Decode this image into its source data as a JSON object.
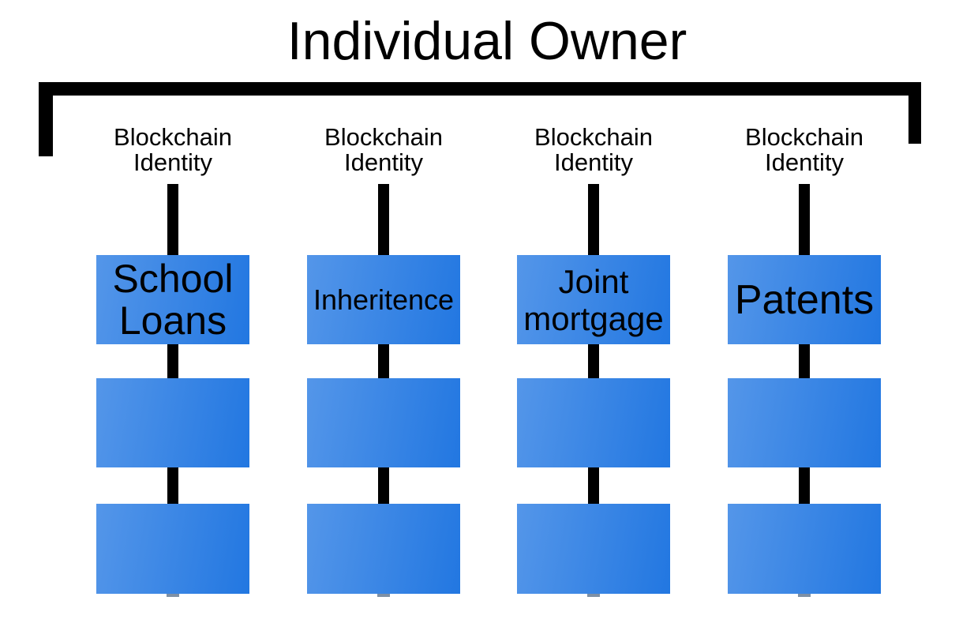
{
  "title": "Individual Owner",
  "colors": {
    "line_color": "#000000",
    "text_color": "#000000",
    "box_gradient_start": "#5496e9",
    "box_gradient_end": "#2277e1"
  },
  "columns": [
    {
      "identity_label": "Blockchain Identity",
      "box_label": "School Loans"
    },
    {
      "identity_label": "Blockchain Identity",
      "box_label": "Inheritence"
    },
    {
      "identity_label": "Blockchain Identity",
      "box_label": "Joint mortgage"
    },
    {
      "identity_label": "Blockchain Identity",
      "box_label": "Patents"
    }
  ]
}
